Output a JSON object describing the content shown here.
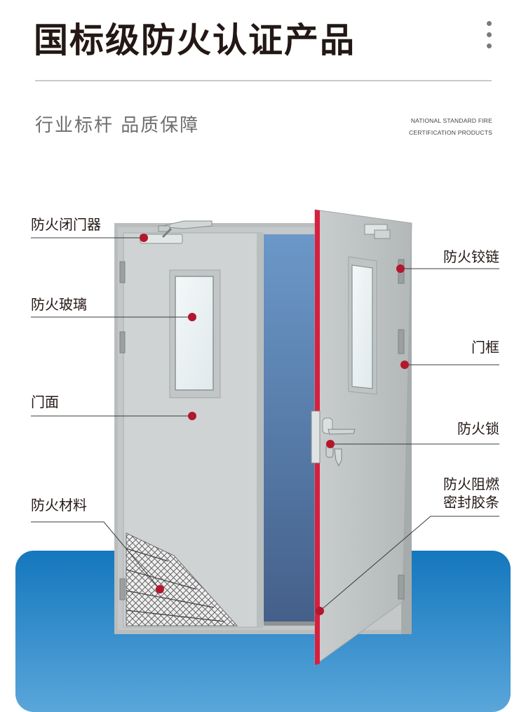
{
  "header": {
    "title": "国标级防火认证产品",
    "subtitle": "行业标杆  品质保障",
    "english_lines": [
      "NATIONAL STANDARD FIRE",
      "CERTIFICATION PRODUCTS"
    ]
  },
  "callouts": {
    "door_closer": "防火闭门器",
    "fire_glass": "防火玻璃",
    "door_panel": "门面",
    "fire_material": "防火材料",
    "fire_hinge": "防火铰链",
    "door_frame": "门框",
    "fire_lock": "防火锁",
    "seal_strip_line1": "防火阻燃",
    "seal_strip_line2": "密封胶条"
  },
  "colors": {
    "marker": "#b3172b",
    "seal_strip": "#d81f3f",
    "banner_blue": "#1477bd",
    "text": "#231815"
  }
}
